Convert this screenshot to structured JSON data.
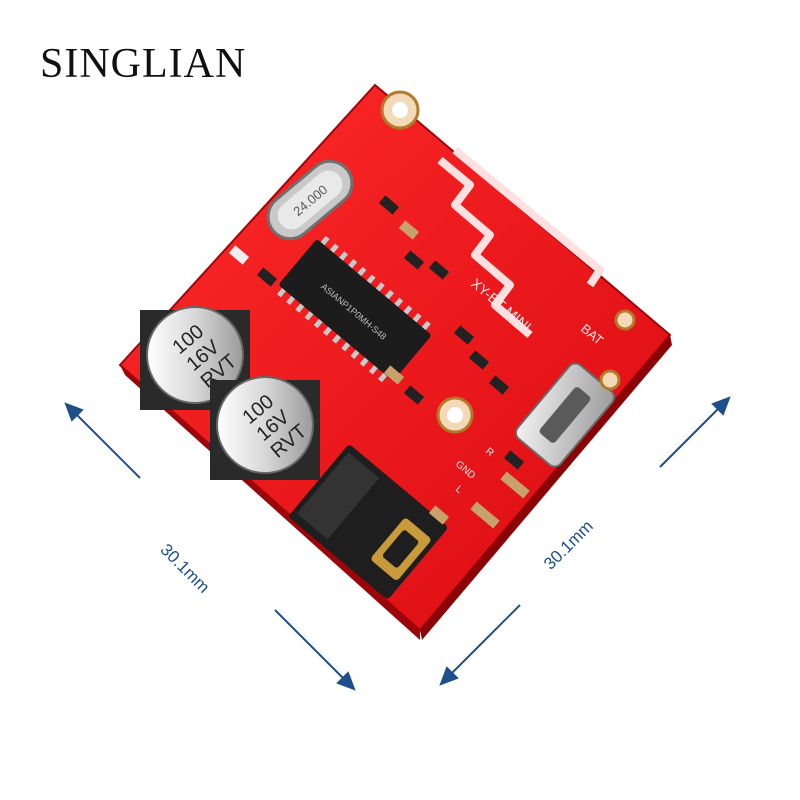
{
  "brand": {
    "name": "SINGLIAN"
  },
  "dimensions": {
    "left": "30.1mm",
    "right": "30.1mm"
  },
  "board": {
    "label": "XY-BT-MINI",
    "battery_label": "BAT",
    "crystal": "24.000",
    "chip_marking": "ASIANP1P0MH-S48",
    "capacitors": [
      {
        "line1": "100",
        "line2": "16V",
        "line3": "RVT"
      },
      {
        "line1": "100",
        "line2": "16V",
        "line3": "RVT"
      }
    ],
    "pads": [
      "GND",
      "R",
      "L"
    ],
    "colors": {
      "pcb": "#e8141c",
      "arrow": "#1f4f8a"
    }
  }
}
